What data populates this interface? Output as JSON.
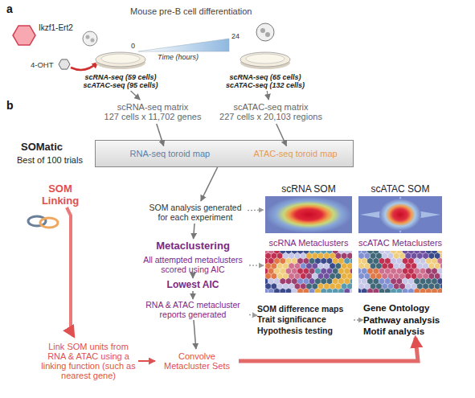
{
  "diagram": {
    "nodes": [
      {
        "text": [
          "scRNA-seq (59 cells)",
          "scATAC-seq (95 cells)"
        ]
      },
      {
        "text": [
          "scRNA-seq (65 cells)",
          "scATAC-seq (132 cells)"
        ]
      },
      {
        "text": [
          "scRNA-seq matrix",
          "127 cells x 11,702 genes"
        ]
      },
      {
        "text": [
          "scATAC-seq matrix",
          "227 cells x 20,103 regions"
        ]
      },
      {
        "text": [
          "SOMatic",
          "Best of 100 trials"
        ]
      },
      {
        "text": [
          "RNA-seq toroid map"
        ],
        "in": 4
      },
      {
        "text": [
          "ATAC-seq toroid map"
        ],
        "in": 4
      },
      {
        "text": [
          "SOM analysis generated for each experiment"
        ]
      },
      {
        "text": [
          "Metaclustering"
        ]
      },
      {
        "text": [
          "All attempted metaclusters scored using AIC"
        ]
      },
      {
        "text": [
          "Lowest AIC"
        ]
      },
      {
        "text": [
          "RNA & ATAC metacluster reports generated"
        ]
      },
      {
        "text": [
          "Convolve Metacluster Sets"
        ]
      },
      {
        "text": [
          "SOM Linking"
        ]
      },
      {
        "text": [
          "Link SOM units from RNA & ATAC using a linking function (such as nearest gene)"
        ]
      },
      {
        "text": [
          "scRNA SOM"
        ]
      },
      {
        "text": [
          "scATAC SOM"
        ]
      },
      {
        "text": [
          "scRNA Metaclusters"
        ]
      },
      {
        "text": [
          "scATAC Metaclusters"
        ]
      },
      {
        "text": [
          "SOM difference maps",
          "Trait significance",
          "Hypothesis testing"
        ]
      },
      {
        "text": [
          "Gene Ontology",
          "Pathway analysis",
          "Motif analysis"
        ]
      }
    ],
    "edges": [
      {
        "from": 0,
        "to": 2,
        "arrow": "to"
      },
      {
        "from": 1,
        "to": 3,
        "arrow": "to"
      },
      {
        "from": 2,
        "to": 5,
        "arrow": "to"
      },
      {
        "from": 3,
        "to": 6,
        "arrow": "to"
      },
      {
        "from": 4,
        "to": 7,
        "arrow": "to"
      },
      {
        "from": 7,
        "to": 8,
        "arrow": "to"
      },
      {
        "from": 9,
        "to": 10,
        "arrow": "to"
      },
      {
        "from": 10,
        "to": 11,
        "arrow": "to"
      },
      {
        "from": 11,
        "to": 12,
        "arrow": "to"
      },
      {
        "from": 7,
        "to": 15,
        "arrow": "to"
      },
      {
        "from": 9,
        "to": 17,
        "arrow": "to"
      },
      {
        "from": 11,
        "to": 19,
        "arrow": "to"
      },
      {
        "from": 19,
        "to": 20,
        "arrow": "to"
      },
      {
        "from": 13,
        "to": 14,
        "arrow": "to"
      },
      {
        "from": 14,
        "to": 12,
        "arrow": "to"
      },
      {
        "from": 12,
        "to": 20,
        "arrow": "to"
      }
    ],
    "labels": [
      "a",
      "Ikzf1-Ert2",
      "Mouse pre-B cell differentiation",
      "4-OHT",
      "0",
      "Time (hours)",
      "24",
      "b"
    ]
  }
}
